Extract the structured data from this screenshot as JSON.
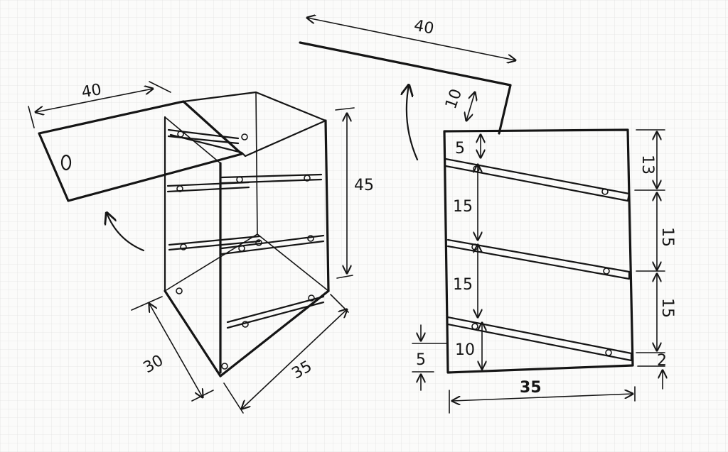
{
  "colors": {
    "paper": "#fbfbfa",
    "grid": "#dcdcdc",
    "ink": "#151515"
  },
  "left_view": {
    "lid_width": "40",
    "height": "45",
    "depth": "30",
    "width": "35"
  },
  "right_view": {
    "lid_width": "40",
    "lid_drop": "10",
    "top_gap": "5",
    "shelf_gap_1": "15",
    "shelf_gap_2": "15",
    "bottom_gap": "10",
    "front_bottom": "5",
    "back_top": "13",
    "back_gap_1": "15",
    "back_gap_2": "15",
    "back_bottom": "2",
    "width": "35"
  }
}
